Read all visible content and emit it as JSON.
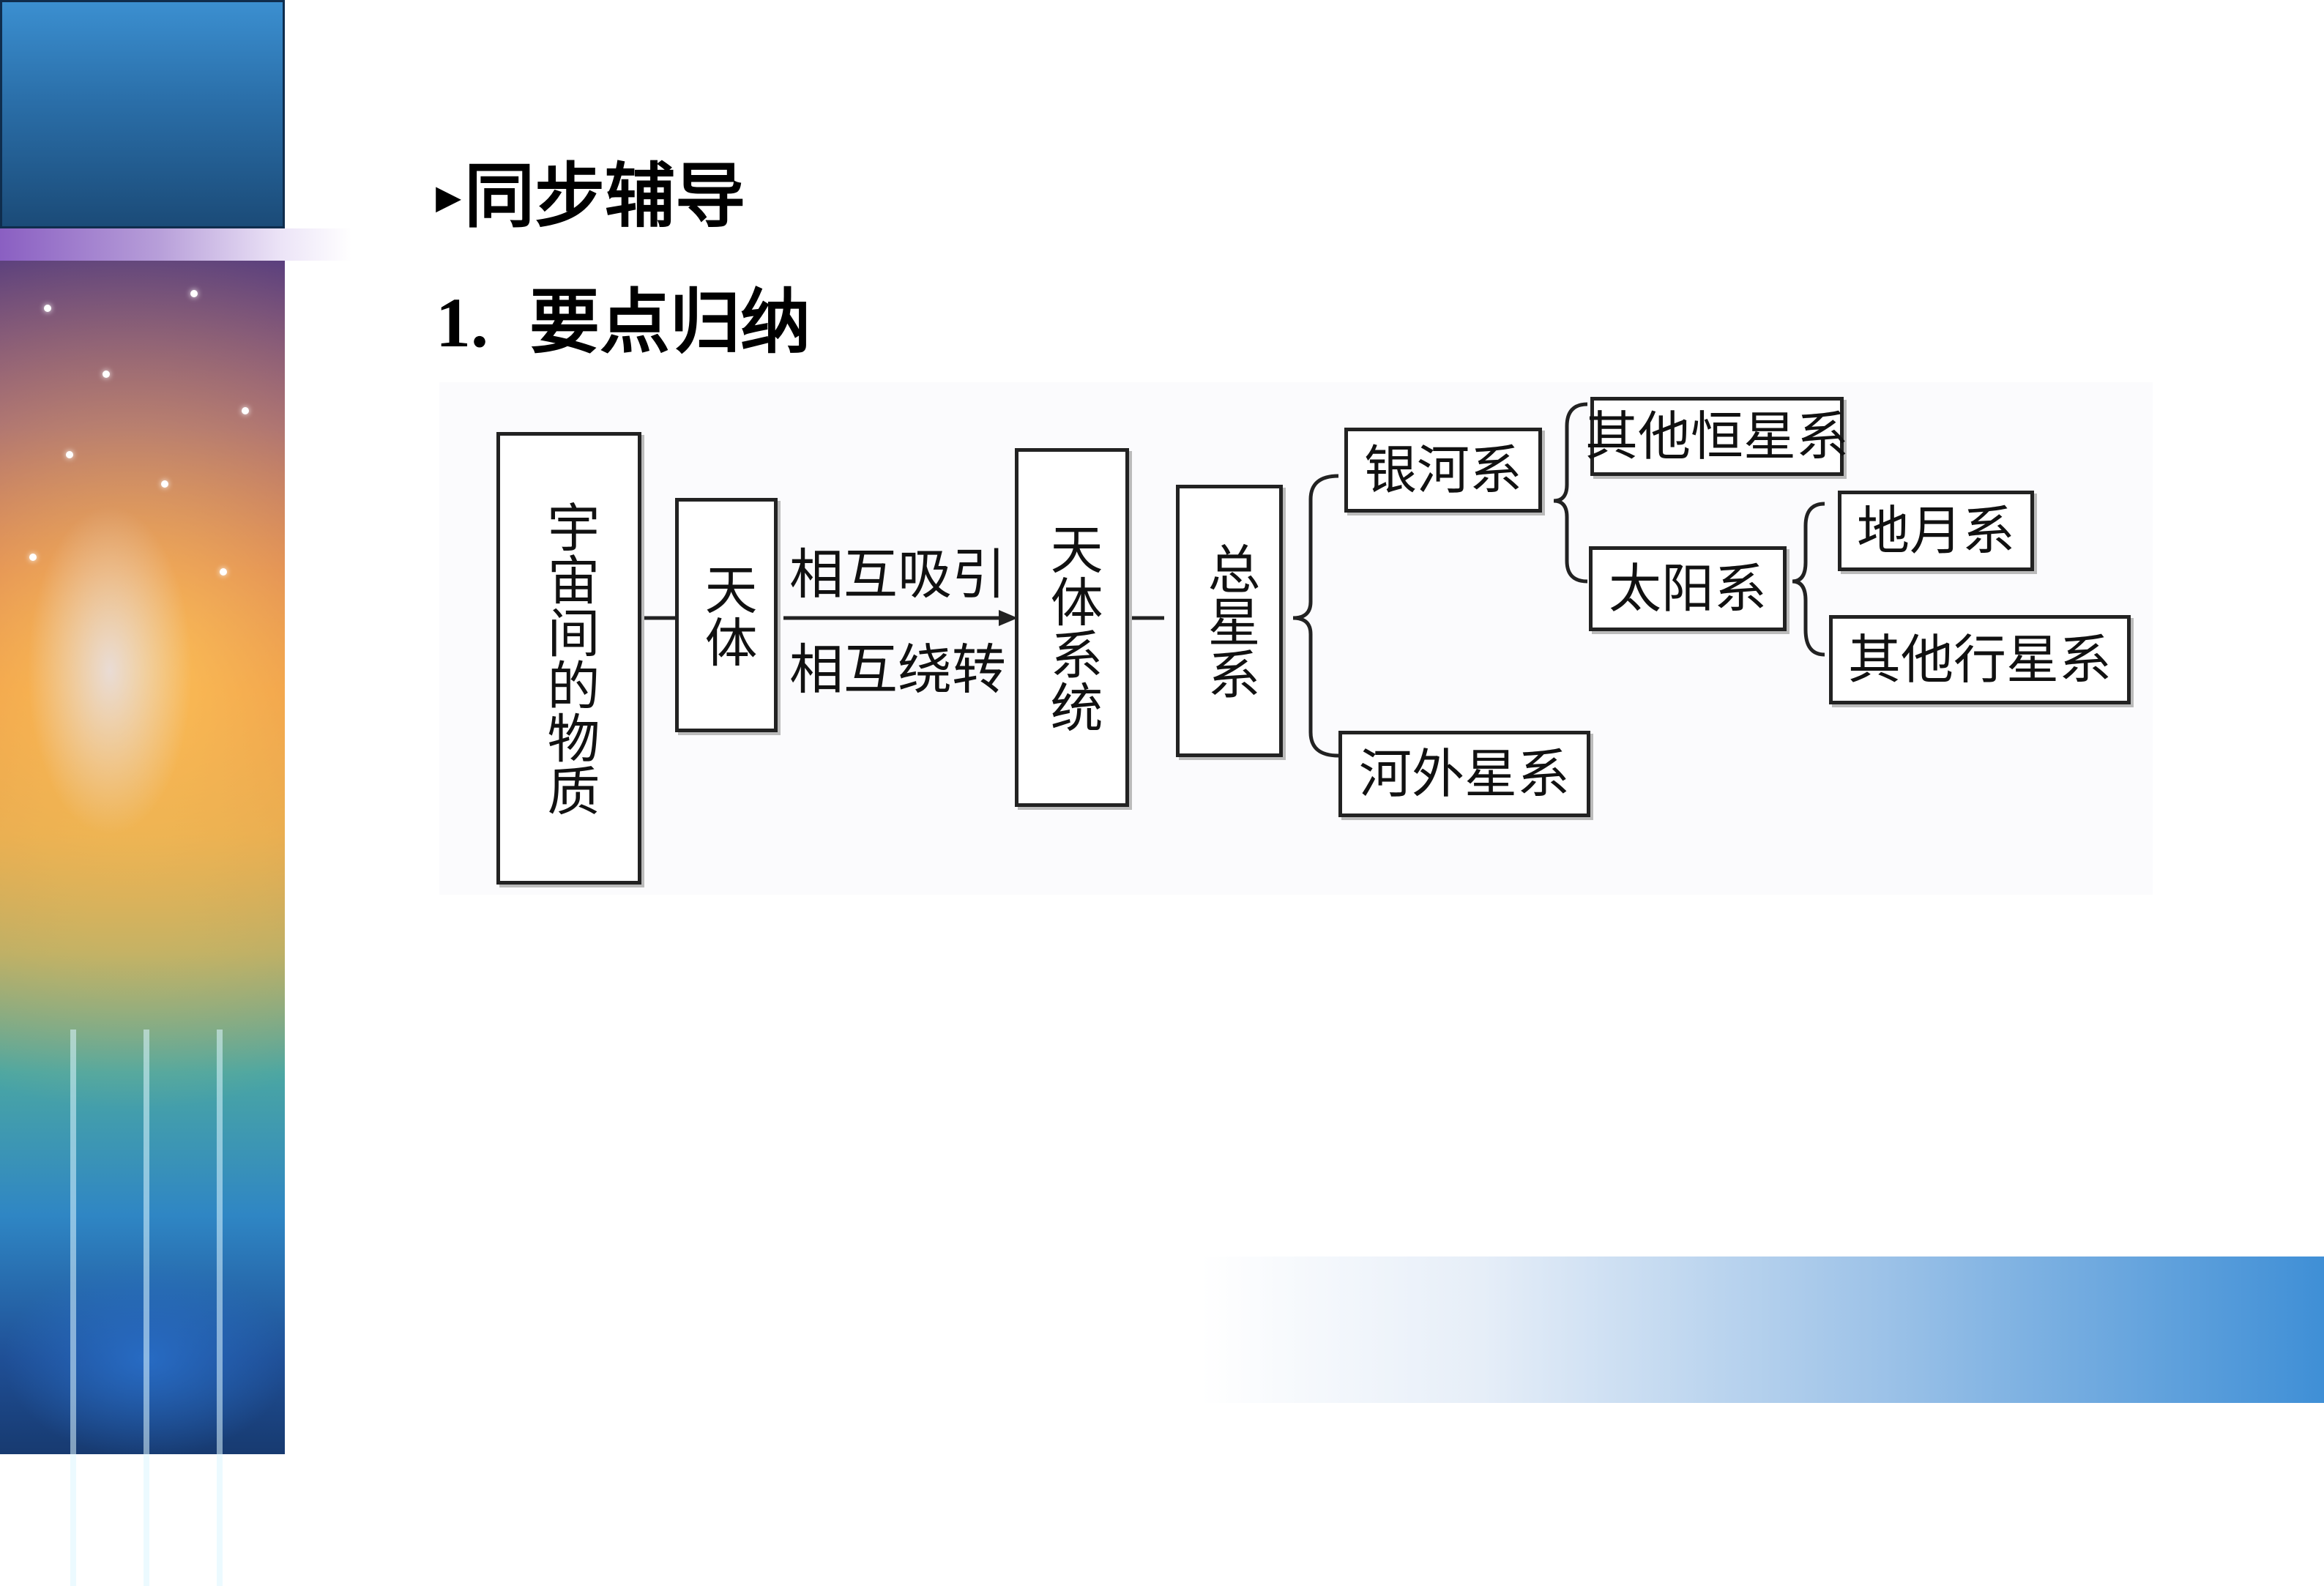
{
  "heading": {
    "marker": "▸",
    "title": "同步辅导"
  },
  "section": {
    "number": "1.",
    "title": "要点归纳"
  },
  "diagram": {
    "matter": "宇宙间的物质",
    "celestial_body": "天体",
    "relation_attract": "相互吸引",
    "relation_orbit": "相互绕转",
    "celestial_system": "天体系统",
    "total_galaxy": "总星系",
    "milky_way": "银河系",
    "other_star_systems": "其他恒星系",
    "solar_system": "太阳系",
    "earth_moon": "地月系",
    "other_planet_systems": "其他行星系",
    "extragalactic": "河外星系"
  }
}
